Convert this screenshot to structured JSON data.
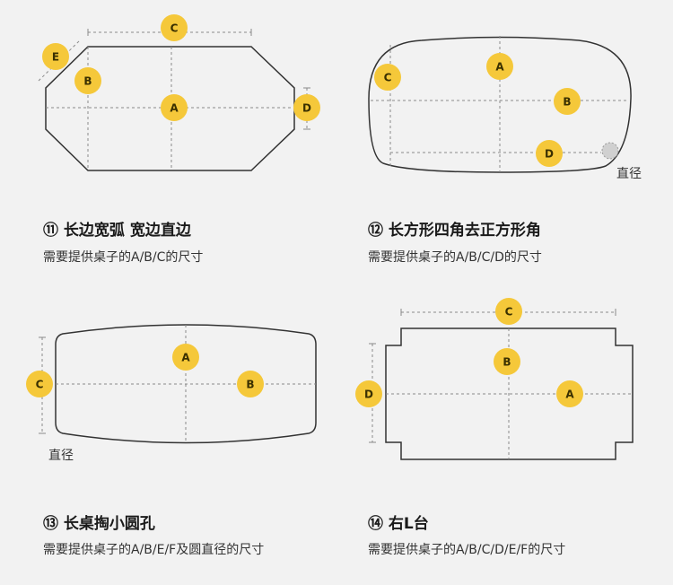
{
  "colors": {
    "badge": "#f5c83a",
    "outline": "#333333",
    "dash": "#8a8a8a",
    "bg": "#f2f2f2"
  },
  "panels": [
    {
      "title": "⑪ 长边宽弧 宽边直边",
      "subtitle": "需要提供桌子的A/B/C的尺寸",
      "labels": {
        "A": "A",
        "B": "B",
        "C": "C",
        "D": "D",
        "E": "E"
      }
    },
    {
      "title": "⑫ 长方形四角去正方形角",
      "subtitle": "需要提供桌子的A/B/C/D的尺寸",
      "labels": {
        "A": "A",
        "B": "B",
        "C": "C",
        "D": "D"
      },
      "note": "直径"
    },
    {
      "title": "⑬ 长桌掏小圆孔",
      "subtitle": "需要提供桌子的A/B/E/F及圆直径的尺寸",
      "labels": {
        "A": "A",
        "B": "B",
        "C": "C"
      },
      "note": "直径"
    },
    {
      "title": "⑭ 右L台",
      "subtitle": "需要提供桌子的A/B/C/D/E/F的尺寸",
      "labels": {
        "A": "A",
        "B": "B",
        "C": "C",
        "D": "D"
      }
    }
  ]
}
